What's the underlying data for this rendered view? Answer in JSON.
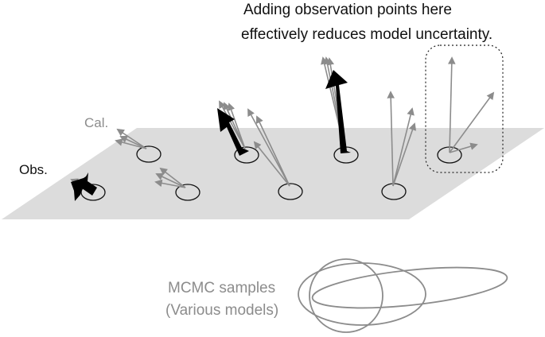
{
  "annotation": {
    "line1": "Adding observation points here",
    "line2": "effectively reduces model uncertainty."
  },
  "labels": {
    "cal": "Cal.",
    "obs": "Obs.",
    "mcmc_line1": "MCMC samples",
    "mcmc_line2": "(Various models)"
  },
  "colors": {
    "plane": "#dcdcdc",
    "cal_arrow": "#8c8c8c",
    "obs_arrow": "#000000",
    "ellipse": "#8c8c8c",
    "label_gray": "#8c8c8c",
    "text_dark": "#111111"
  }
}
